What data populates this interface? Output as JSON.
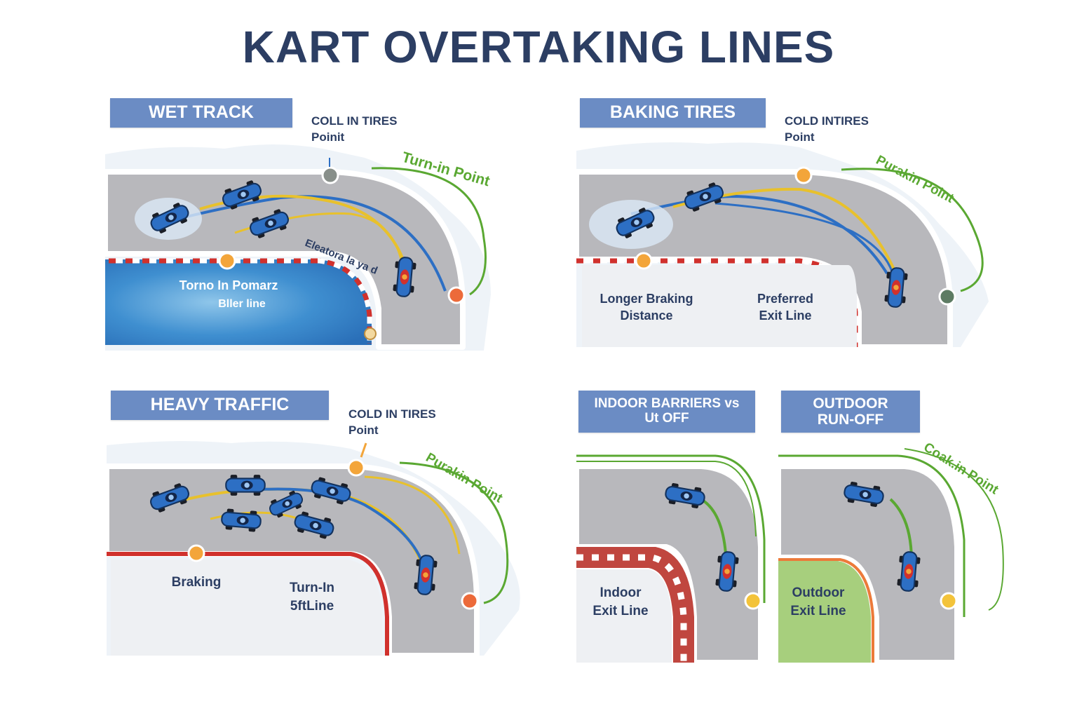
{
  "title": "KART OVERTAKING LINES",
  "colors": {
    "header_bg": "#6b8cc4",
    "title": "#2c3e63",
    "track": "#b8b8bc",
    "line_blue": "#2d6fc4",
    "line_yellow": "#e8c12c",
    "line_green": "#5aa832",
    "curb_red": "#d0312d",
    "marker_orange": "#f3a53a",
    "marker_red": "#ec6a3a",
    "marker_gray": "#888f8a",
    "marker_green": "#5d7b63"
  },
  "panels": {
    "wet": {
      "header": "WET TRACK",
      "note_line1": "COLL IN TIRES",
      "note_line2": "Poinit",
      "curve_label": "Turn-in Point",
      "water_line1": "Torno In Pomarz",
      "water_line2": "Bller line",
      "sign_text": "Eleatora la ya d"
    },
    "baking": {
      "header": "BAKING TIRES",
      "note_line1": "COLD INTIRES",
      "note_line2": "Point",
      "curve_label": "Purakin Point",
      "label_left_1": "Longer Braking",
      "label_left_2": "Distance",
      "label_right_1": "Preferred",
      "label_right_2": "Exit Line"
    },
    "traffic": {
      "header": "HEAVY TRAFFIC",
      "note_line1": "COLD IN TIRES",
      "note_line2": "Point",
      "curve_label": "Purakin Point",
      "label_left": "Braking",
      "label_right_1": "Turn-In",
      "label_right_2": "5ftLine"
    },
    "indoor": {
      "header_1": "INDOOR BARRIERS vs",
      "header_2": "Ut OFF",
      "label_1": "Indoor",
      "label_2": "Exit Line"
    },
    "outdoor": {
      "header_1": "OUTDOOR",
      "header_2": "RUN-OFF",
      "curve_label": "Coak.in Point",
      "label_1": "Outdoor",
      "label_2": "Exit Line"
    }
  }
}
